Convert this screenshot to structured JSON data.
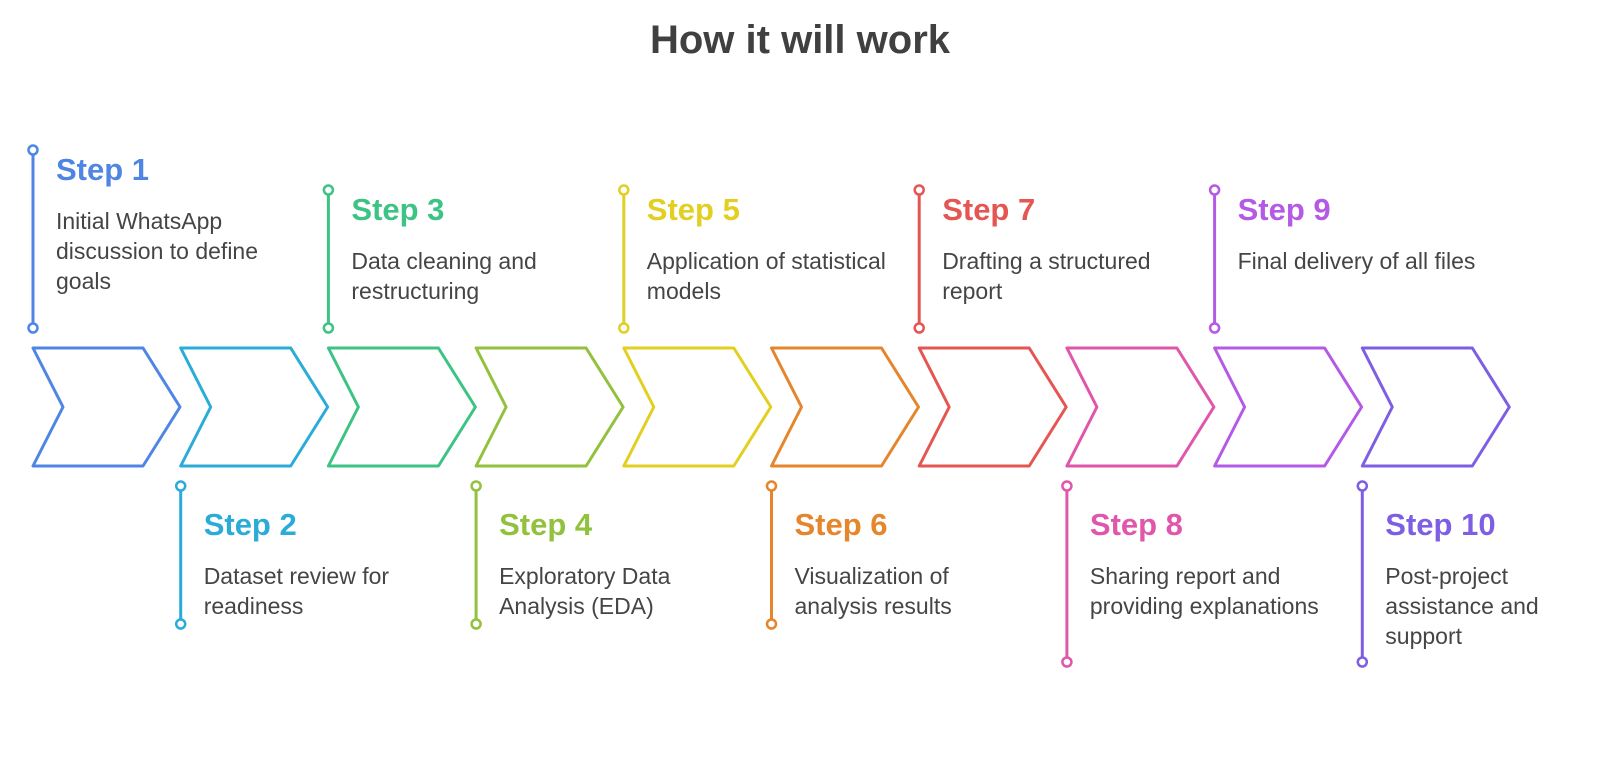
{
  "title": "How it will work",
  "steps": [
    {
      "label": "Step 1",
      "description": "Initial WhatsApp discussion to define goals",
      "color": "#4F86E4"
    },
    {
      "label": "Step 2",
      "description": "Dataset review for readiness",
      "color": "#2BACD8"
    },
    {
      "label": "Step 3",
      "description": "Data cleaning and restructuring",
      "color": "#3DC383"
    },
    {
      "label": "Step 4",
      "description": "Exploratory Data Analysis (EDA)",
      "color": "#92C23D"
    },
    {
      "label": "Step 5",
      "description": "Application of statistical models",
      "color": "#E2CF22"
    },
    {
      "label": "Step 6",
      "description": "Visualization of analysis results",
      "color": "#E5862D"
    },
    {
      "label": "Step 7",
      "description": "Drafting a structured report",
      "color": "#E55652"
    },
    {
      "label": "Step 8",
      "description": "Sharing report and providing explanations",
      "color": "#DF56AA"
    },
    {
      "label": "Step 9",
      "description": "Final delivery of all files",
      "color": "#B45AE6"
    },
    {
      "label": "Step 10",
      "description": "Post-project assistance and support",
      "color": "#7E5FE3"
    }
  ]
}
